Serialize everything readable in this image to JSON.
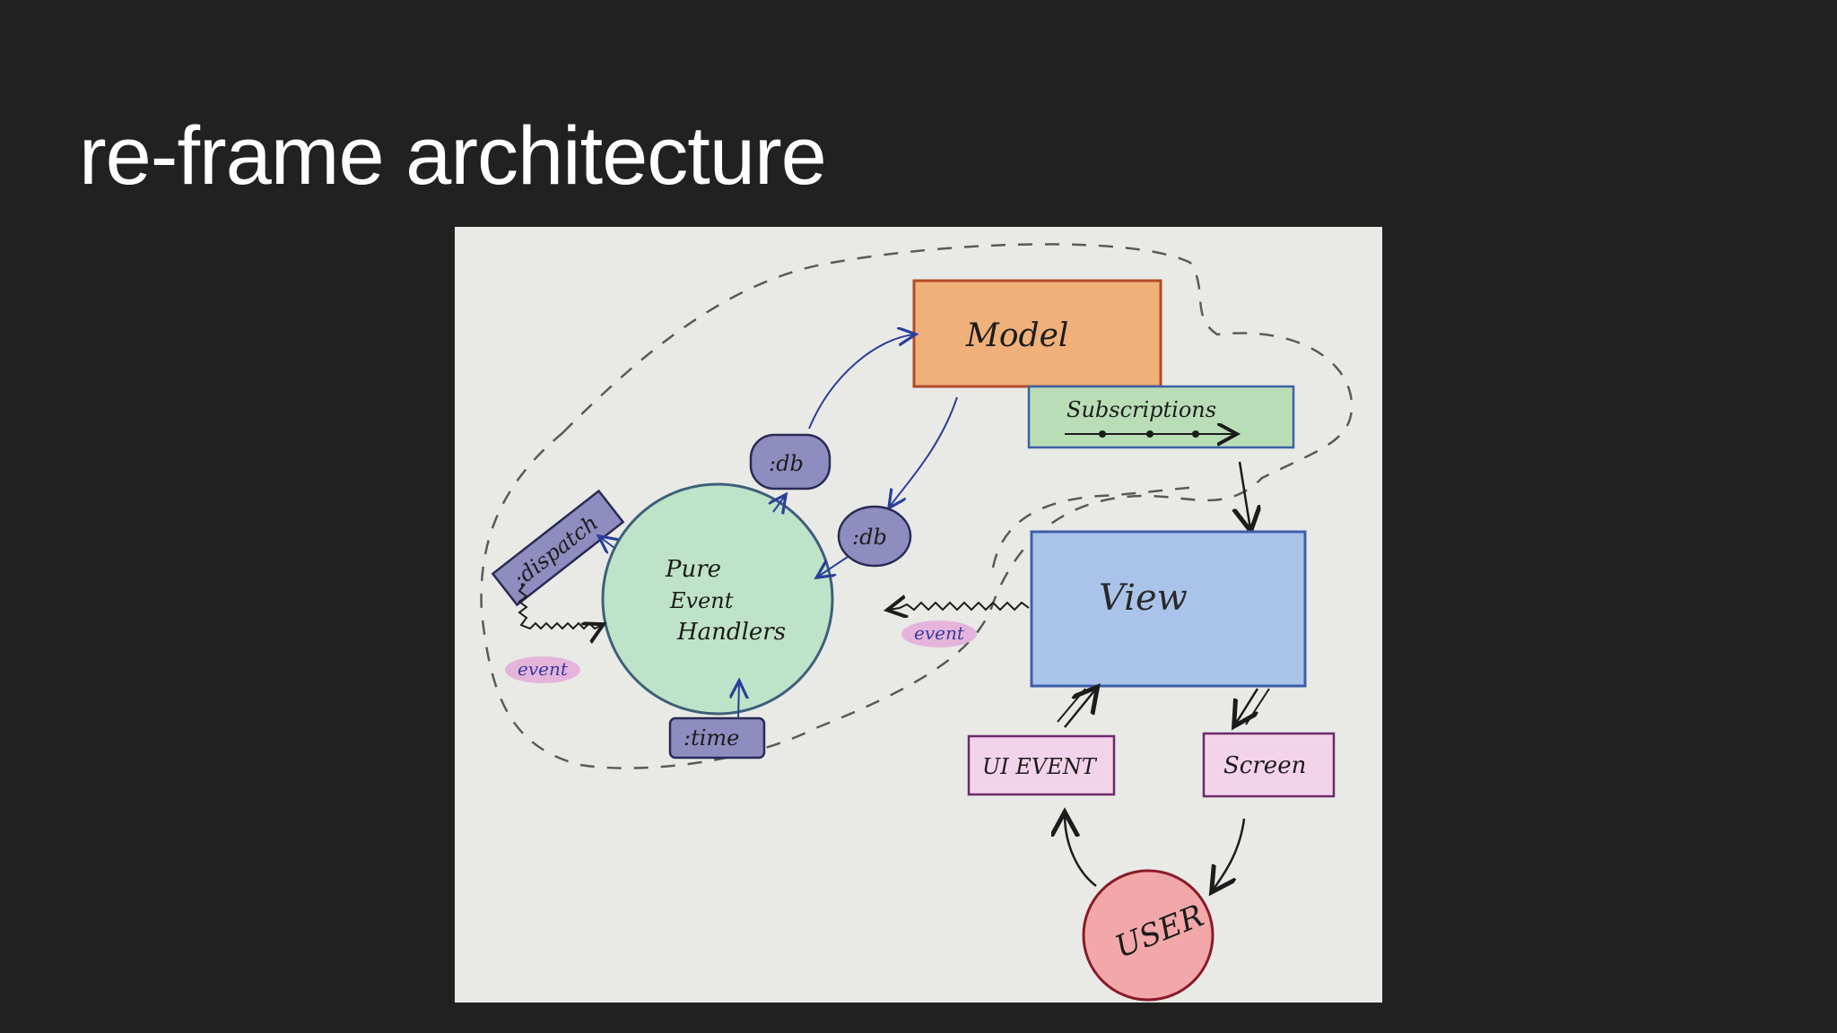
{
  "slide": {
    "title": "re-frame architecture"
  },
  "diagram": {
    "nodes": {
      "model": "Model",
      "subscriptions": "Subscriptions",
      "view": "View",
      "handlers_line1": "Pure",
      "handlers_line2": "Event",
      "handlers_line3": "Handlers",
      "dispatch": ":dispatch",
      "db_top": ":db",
      "db_right": ":db",
      "time": ":time",
      "event_left": "event",
      "event_right": "event",
      "ui_event": "UI EVENT",
      "screen": "Screen",
      "user": "USER"
    },
    "colors": {
      "paper": "#e9eae6",
      "model": "#f0b07a",
      "subscriptions": "#b9deb6",
      "view": "#a9c4e8",
      "handlers": "#bfe3c8",
      "coeffect": "#8f8cc0",
      "event_tag": "#e4a6d8",
      "pink_box": "#f3d3ea",
      "user": "#f2a8a8",
      "ink_blue": "#2a3f9a",
      "ink_black": "#1c1c1c"
    }
  }
}
